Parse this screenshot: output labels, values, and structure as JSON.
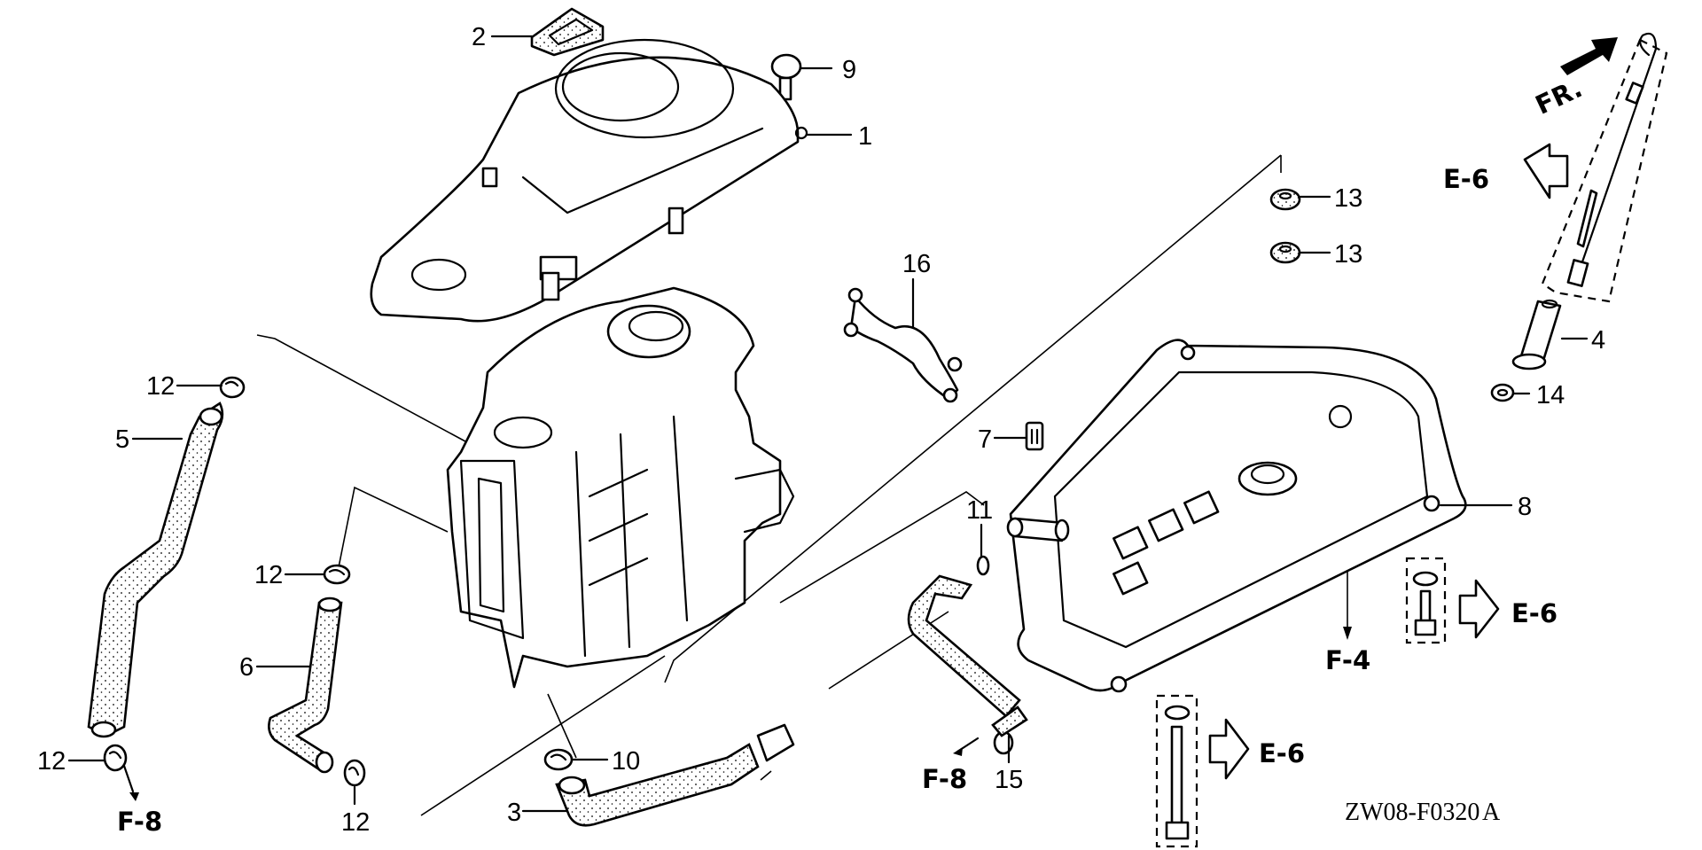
{
  "diagram": {
    "type": "exploded parts diagram",
    "drawing_code": "ZW08-F0320",
    "drawing_revision": "A",
    "front_indicator": "FR.",
    "callouts": [
      {
        "id": "c1",
        "label": "1"
      },
      {
        "id": "c2",
        "label": "2"
      },
      {
        "id": "c3",
        "label": "3"
      },
      {
        "id": "c4",
        "label": "4"
      },
      {
        "id": "c5",
        "label": "5"
      },
      {
        "id": "c6",
        "label": "6"
      },
      {
        "id": "c7",
        "label": "7"
      },
      {
        "id": "c8",
        "label": "8"
      },
      {
        "id": "c9",
        "label": "9"
      },
      {
        "id": "c10",
        "label": "10"
      },
      {
        "id": "c11",
        "label": "11"
      },
      {
        "id": "c12a",
        "label": "12"
      },
      {
        "id": "c12b",
        "label": "12"
      },
      {
        "id": "c12c",
        "label": "12"
      },
      {
        "id": "c12d",
        "label": "12"
      },
      {
        "id": "c13a",
        "label": "13"
      },
      {
        "id": "c13b",
        "label": "13"
      },
      {
        "id": "c14",
        "label": "14"
      },
      {
        "id": "c15",
        "label": "15"
      },
      {
        "id": "c16",
        "label": "16"
      }
    ],
    "references": [
      {
        "id": "r-e6-top",
        "label": "E-6"
      },
      {
        "id": "r-e6-right",
        "label": "E-6"
      },
      {
        "id": "r-e6-bottom",
        "label": "E-6"
      },
      {
        "id": "r-f4",
        "label": "F-4"
      },
      {
        "id": "r-f8-left",
        "label": "F-8"
      },
      {
        "id": "r-f8-mid",
        "label": "F-8"
      }
    ]
  }
}
